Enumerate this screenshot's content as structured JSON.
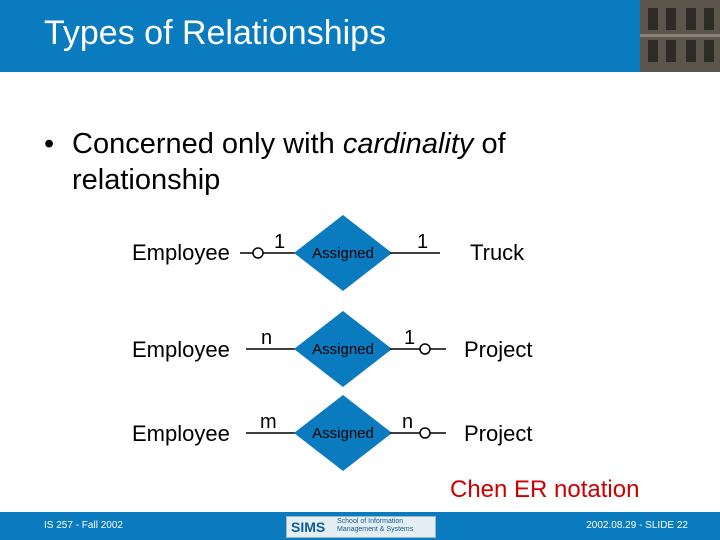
{
  "slide": {
    "title": "Types of Relationships",
    "bullet": {
      "marker": "•",
      "before": "Concerned only with ",
      "emphasis": "cardinality",
      "after": " of relationship"
    },
    "caption": "Chen ER notation"
  },
  "diagram": {
    "rows": [
      {
        "left_entity": "Employee",
        "relationship": "Assigned",
        "left_card": "1",
        "right_card": "1",
        "right_entity": "Truck"
      },
      {
        "left_entity": "Employee",
        "relationship": "Assigned",
        "left_card": "n",
        "right_card": "1",
        "right_entity": "Project"
      },
      {
        "left_entity": "Employee",
        "relationship": "Assigned",
        "left_card": "m",
        "right_card": "n",
        "right_entity": "Project"
      }
    ]
  },
  "footer": {
    "left": "IS 257 - Fall 2002",
    "right": "2002.08.29 - SLIDE 22",
    "logo_main": "SIMS",
    "logo_sub": "School of Information Management & Systems"
  },
  "colors": {
    "header": "#0b7bbf",
    "diamond": "#0b7bbf",
    "caption": "#cc0000"
  }
}
